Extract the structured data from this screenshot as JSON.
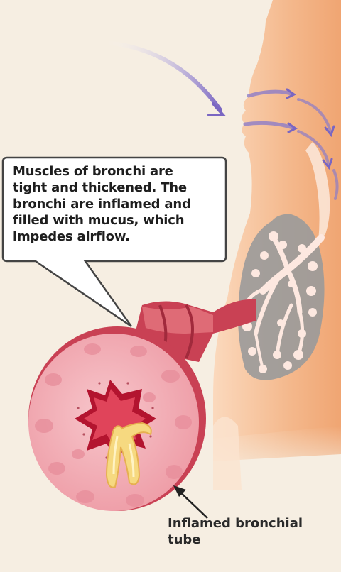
{
  "callout": {
    "lines": [
      "Muscles of bronchi are",
      "tight and thickened. The",
      "bronchi are inflamed and",
      "filled with mucus, which",
      "impedes airflow."
    ]
  },
  "label": {
    "lines": [
      "Inflamed bronchial",
      "tube"
    ]
  },
  "colors": {
    "background": "#f6eee2",
    "skin": "#f3b98c",
    "lung": "#9a9a9a",
    "airflow_arrow": "#8a78c8",
    "tissue": "#f1a9b0",
    "inflamed": "#c0203a",
    "mucus": "#f2d27a"
  },
  "icons": [
    "airflow-arrow-icon",
    "pointer-arrow-icon"
  ]
}
